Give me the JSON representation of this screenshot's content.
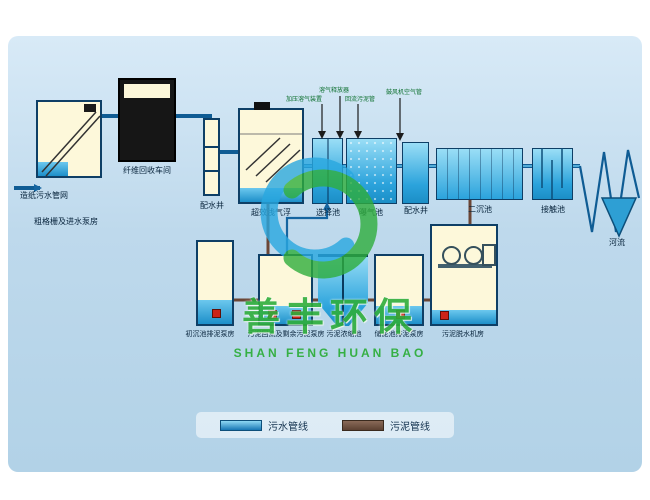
{
  "watermark": {
    "cn": "善丰环保",
    "en": "SHAN FENG HUAN BAO"
  },
  "legend": {
    "sewage": "污水管线",
    "sludge": "污泥管线"
  },
  "labels": {
    "paper_network": "造纸污水管网",
    "coarse_screen": "粗格栅及进水泵房",
    "fiber_recovery": "纤维回收车间",
    "dist_well_1": "配水井",
    "air_flotation": "超效浅气浮",
    "selection_tank": "选择池",
    "aeration_tank": "曝气池",
    "dist_well_2": "配水井",
    "secondary_clarifier": "二沉池",
    "contact_tank": "接触池",
    "river": "河流",
    "primary_sludge_pump": "初沉池排泥泵房",
    "return_sludge_pump": "污泥回流及剩余污泥泵房",
    "thickener": "污泥浓缩池",
    "storage_pump": "储泥池排泥泵房",
    "dewatering": "污泥脱水机房"
  },
  "annotations": {
    "a1": "加压溶气装置",
    "a2": "溶气释放器",
    "a3": "回流污泥管",
    "a4": "鼓风机空气管"
  },
  "colors": {
    "pipe-blue": "#0f5c94",
    "water-dark": "#1d8fc9",
    "sludge-brown": "#6b4636",
    "brand-green": "#2fae3c",
    "logo-blue": "#29a8e0",
    "panel-blue": "#b2d2e7",
    "tank-cream": "#fdf8da",
    "border-navy": "#0e3f66",
    "pump-red": "#cc2418"
  }
}
